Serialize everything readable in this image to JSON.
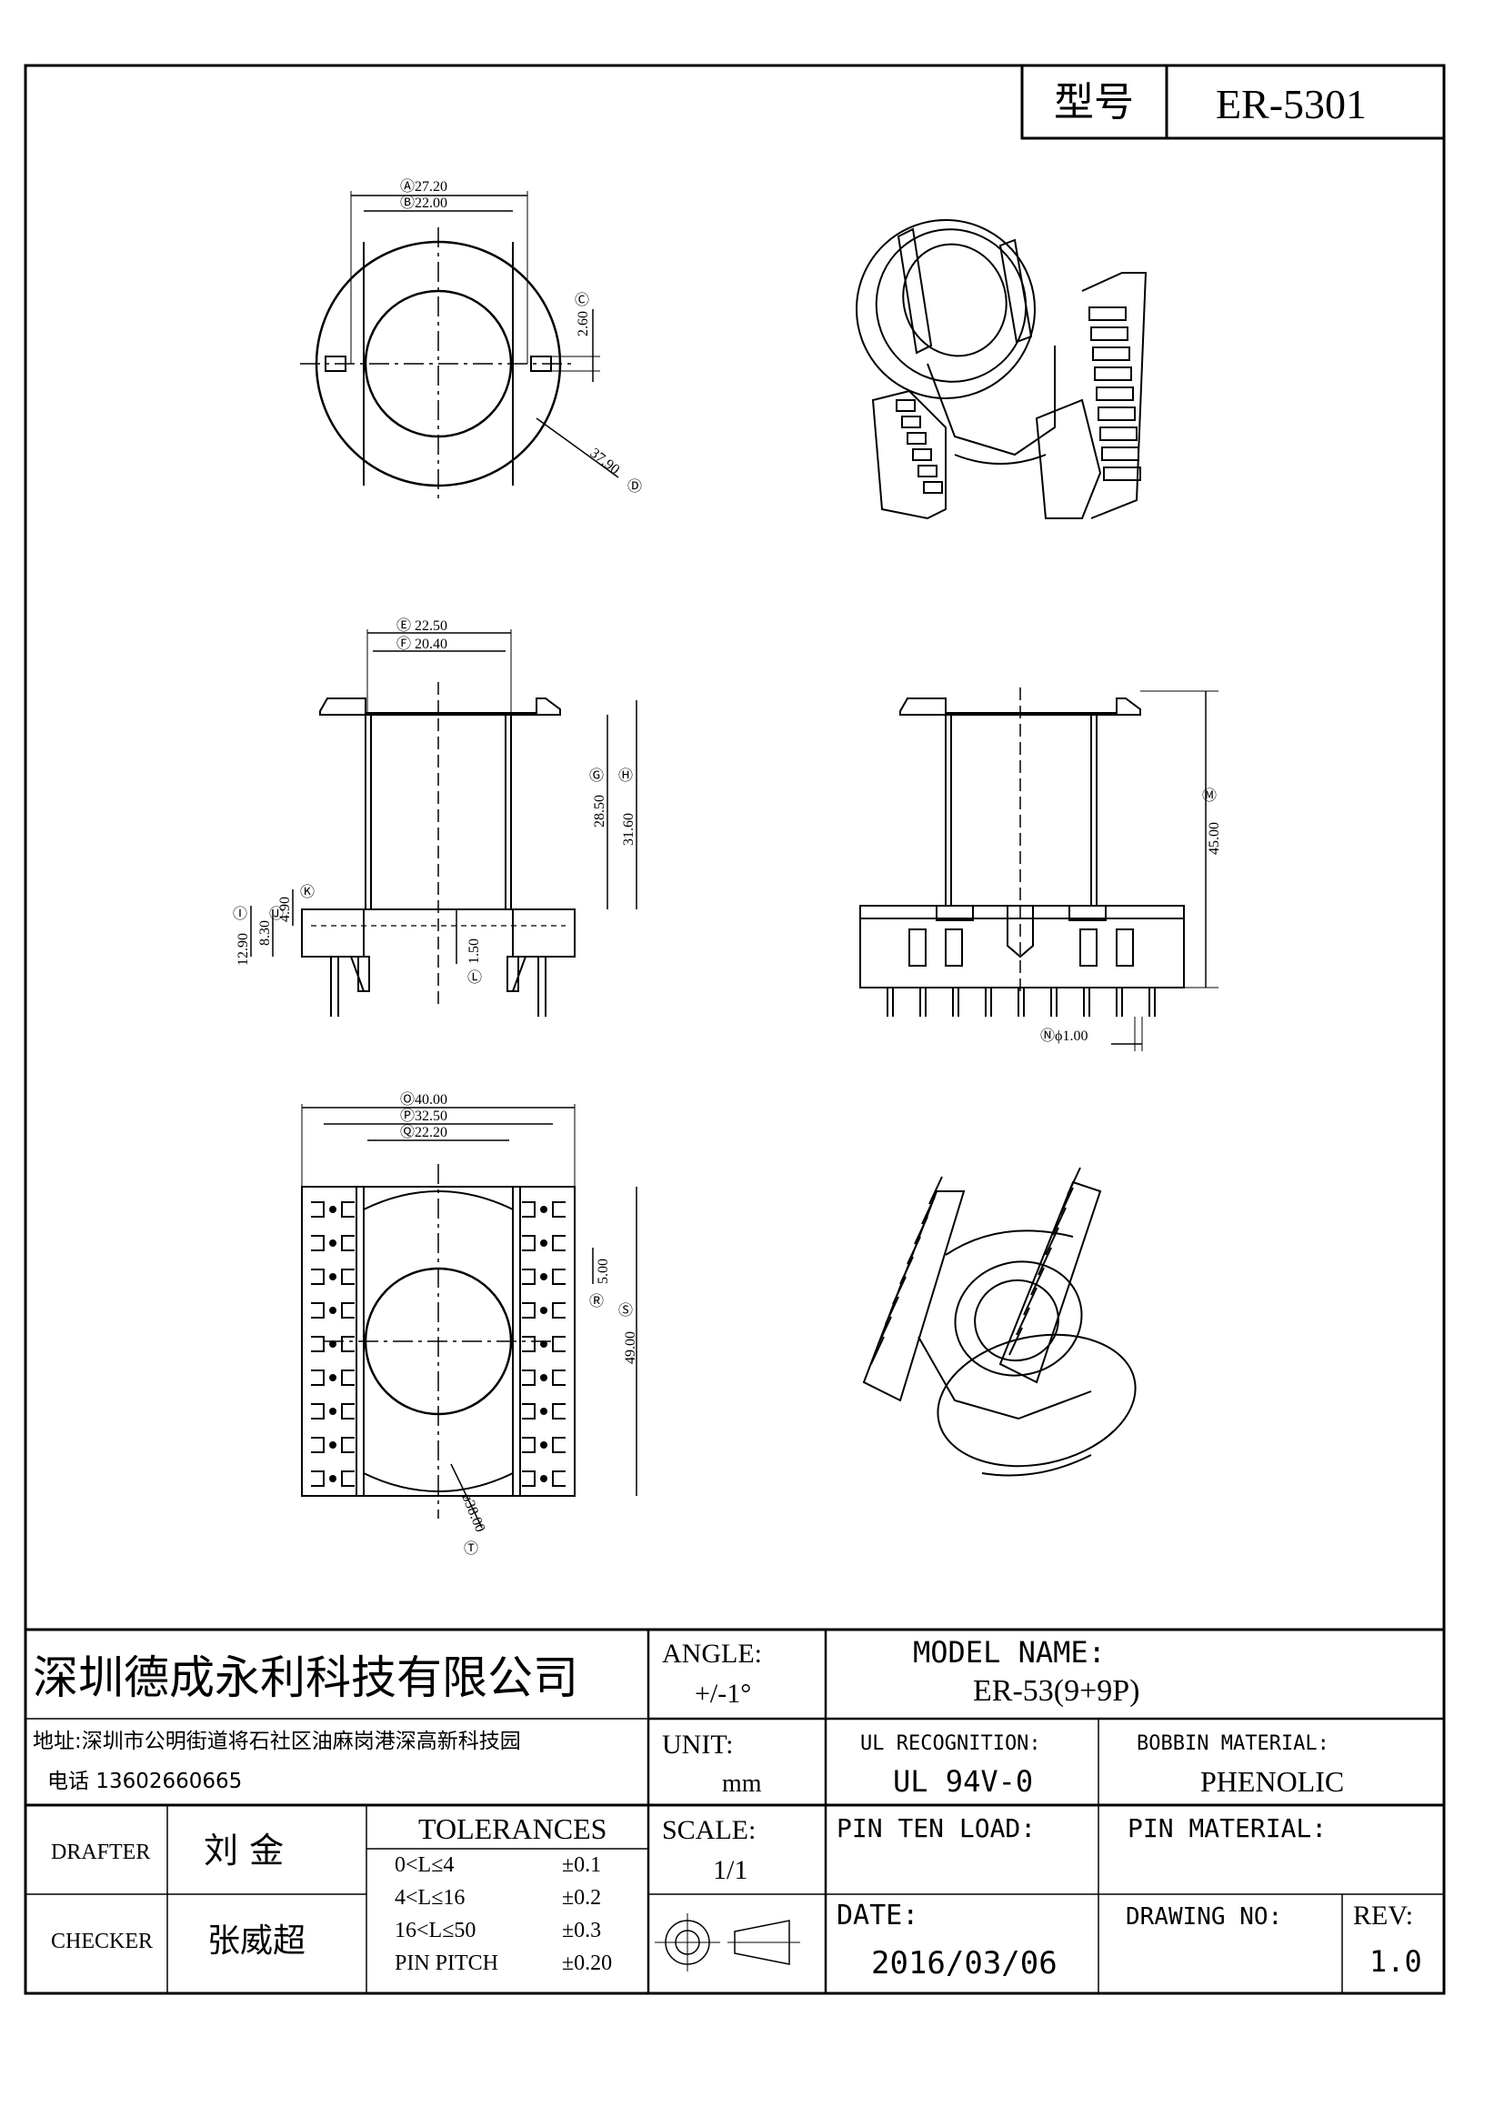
{
  "title_block_top": {
    "type_label": "型号",
    "type_value": "ER-5301"
  },
  "dimensions": {
    "A": "27.20",
    "B": "22.00",
    "C": "2.60",
    "D": "37.90",
    "E": "22.50",
    "F": "20.40",
    "G": "28.50",
    "H": "31.60",
    "I": "12.90",
    "J": "8.30",
    "K": "4.90",
    "L": "1.50",
    "M": "45.00",
    "N": "ϕ1.00",
    "O": "40.00",
    "P": "32.50",
    "Q": "22.20",
    "R": "5.00",
    "S": "49.00",
    "T": "ø38.00"
  },
  "company": {
    "name": "深圳德成永利科技有限公司",
    "address": "地址:深圳市公明街道将石社区油麻岗港深高新科技园",
    "phone": "电话 13602660665"
  },
  "angle": {
    "label": "ANGLE:",
    "value": "+/-1°"
  },
  "model": {
    "label": "MODEL  NAME:",
    "value": "ER-53(9+9P)"
  },
  "unit": {
    "label": "UNIT:",
    "value": "mm"
  },
  "ul": {
    "label": "UL RECOGNITION:",
    "value": "UL 94V-0"
  },
  "bobbin": {
    "label": "BOBBIN MATERIAL:",
    "value": "PHENOLIC"
  },
  "drafter": {
    "label": "DRAFTER",
    "name": "刘  金"
  },
  "checker": {
    "label": "CHECKER",
    "name": "张威超"
  },
  "tolerances": {
    "title": "TOLERANCES",
    "rows": [
      {
        "range": "0<L≤4",
        "tol": "±0.1"
      },
      {
        "range": "4<L≤16",
        "tol": "±0.2"
      },
      {
        "range": "16<L≤50",
        "tol": "±0.3"
      },
      {
        "range": "PIN PITCH",
        "tol": "±0.20"
      }
    ]
  },
  "scale": {
    "label": "SCALE:",
    "value": "1/1"
  },
  "pin_ten_load": {
    "label": "PIN TEN LOAD:"
  },
  "pin_material": {
    "label": "PIN MATERIAL:"
  },
  "date": {
    "label": "DATE:",
    "value": "2016/03/06"
  },
  "drawing_no": {
    "label": "DRAWING NO:"
  },
  "rev": {
    "label": "REV:",
    "value": "1.0"
  }
}
